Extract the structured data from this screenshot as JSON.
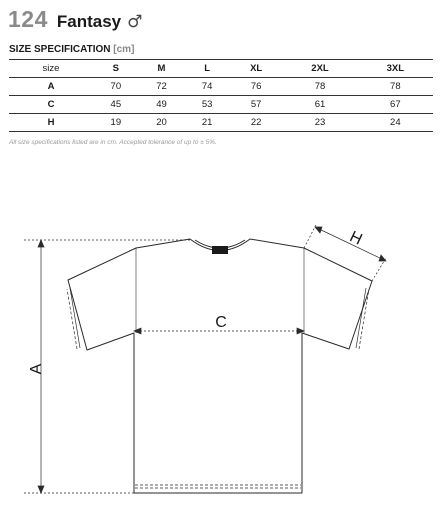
{
  "product": {
    "code": "124",
    "name": "Fantasy",
    "gender_symbol": "♂"
  },
  "spec": {
    "heading": "SIZE SPECIFICATION",
    "unit": "[cm]",
    "columns": [
      "size",
      "S",
      "M",
      "L",
      "XL",
      "2XL",
      "3XL"
    ],
    "rows": [
      {
        "label": "A",
        "values": [
          "70",
          "72",
          "74",
          "76",
          "78",
          "78"
        ]
      },
      {
        "label": "C",
        "values": [
          "45",
          "49",
          "53",
          "57",
          "61",
          "67"
        ]
      },
      {
        "label": "H",
        "values": [
          "19",
          "20",
          "21",
          "22",
          "23",
          "24"
        ]
      }
    ],
    "note": "All size specifications listed are in cm. Accepted tolerance of up to ± 5%."
  },
  "diagram": {
    "label_a": "A",
    "label_c": "C",
    "label_h": "H"
  }
}
